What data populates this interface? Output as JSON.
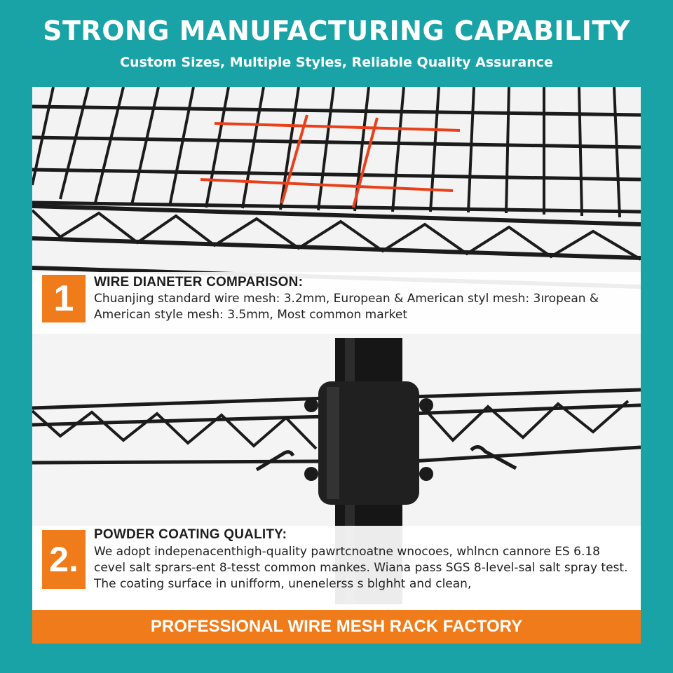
{
  "header": {
    "title": "STRONG MANUFACTURING CAPABILITY",
    "subtitle": "Custom Sizes, Multiple Styles, Reliable Quality Assurance"
  },
  "features": [
    {
      "number": "1",
      "title": "WIRE DIANETER COMPARISON:",
      "description": "Chuanjing standard wire mesh: 3.2mm, European & American styl mesh: 3ıropean & American style mesh: 3.5mm, Most common market"
    },
    {
      "number": "2.",
      "title": "POWDER COATING QUALITY:",
      "description": "We adopt indepenacenthigh-quality pawrtcnoatne wnocoes, whlncn cannore ES 6.18 cevel salt sprars-ent 8-tesst common mankes. Wiana pass SGS 8-level-sal salt spray test. The coating surface in unifform, unenelerss s blghht and clean,"
    }
  ],
  "footer": {
    "label": "PROFESSIONAL WIRE MESH RACK FACTORY"
  },
  "colors": {
    "background": "#1aa3a6",
    "accent": "#f07b1a",
    "highlight_lines": "#e8401a",
    "wire": "#1b1b1b"
  }
}
